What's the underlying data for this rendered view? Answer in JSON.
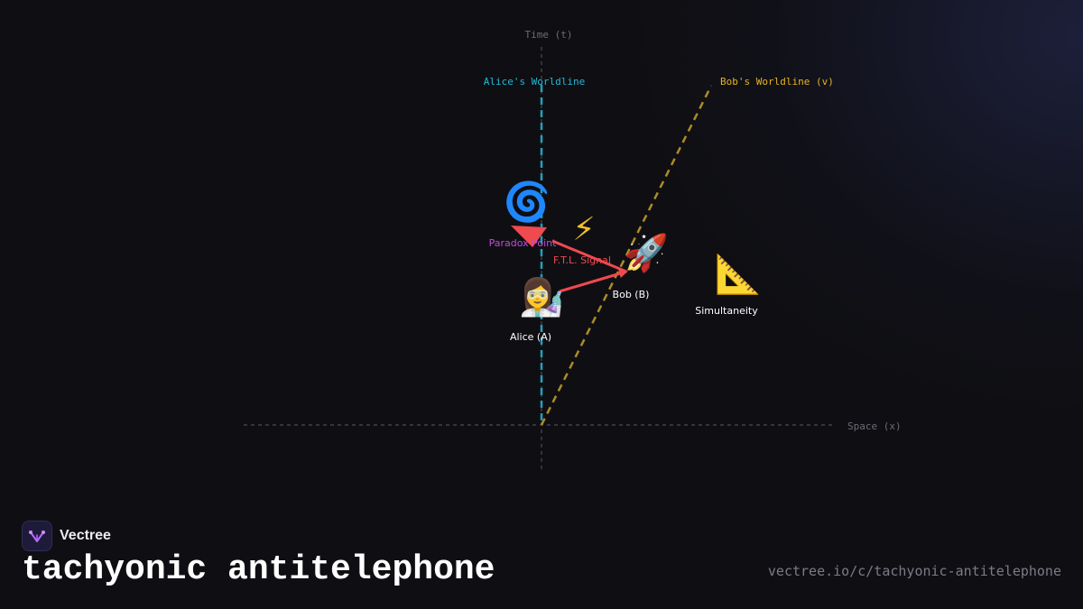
{
  "diagram": {
    "axes": {
      "time_label": "Time (t)",
      "space_label": "Space (x)"
    },
    "worldlines": {
      "alice_label": "Alice's Worldline",
      "bob_label": "Bob's Worldline (v)"
    },
    "nodes": {
      "paradox": {
        "icon": "🌀",
        "icon_name": "spiral-icon",
        "label": "Paradox Point"
      },
      "signal": {
        "icon": "⚡",
        "icon_name": "lightning-icon",
        "label": "F.T.L. Signal"
      },
      "bob": {
        "icon": "🚀",
        "icon_name": "rocket-icon",
        "label": "Bob (B)"
      },
      "alice": {
        "icon": "👩‍🔬",
        "icon_name": "scientist-icon",
        "label": "Alice (A)"
      },
      "simultaneity": {
        "icon": "📐",
        "icon_name": "triangle-ruler-icon",
        "label": "Simultaneity"
      }
    },
    "colors": {
      "alice": "#22b8d6",
      "bob": "#c9a227",
      "signal": "#ef4a4f",
      "paradox": "#c34bd6",
      "axis": "#4a4a52"
    }
  },
  "footer": {
    "brand": "Vectree",
    "title": "tachyonic antitelephone",
    "url": "vectree.io/c/tachyonic-antitelephone"
  }
}
